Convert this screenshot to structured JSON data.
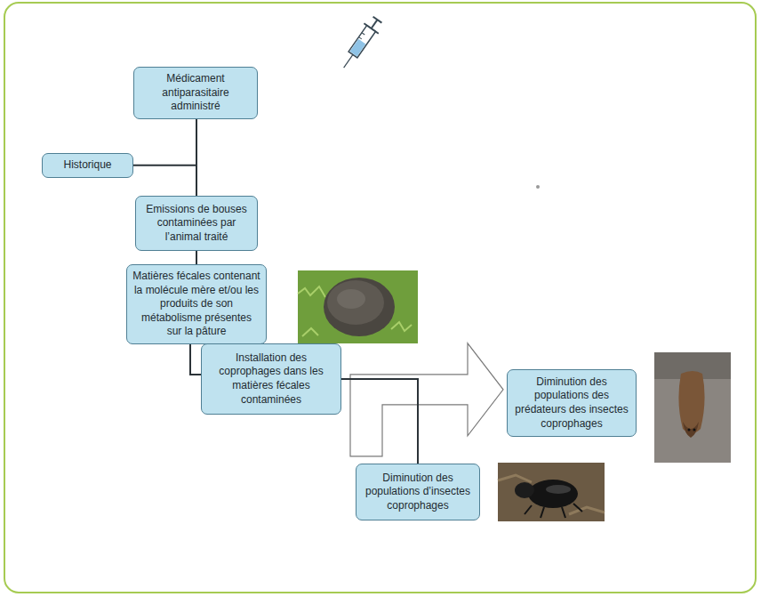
{
  "diagram": {
    "nodes": [
      {
        "text": [
          "Médicament antiparasitaire administré"
        ]
      },
      {
        "text": [
          "Historique"
        ]
      },
      {
        "text": [
          "Emissions de bouses contaminées par l’animal traité"
        ]
      },
      {
        "text": [
          "Matières fécales contenant la molécule mère et/ou les produits de son métabolisme présentes sur la pâture"
        ]
      },
      {
        "text": [
          "Installation des coprophages dans les matières fécales contaminées"
        ]
      },
      {
        "text": [
          "Diminution des populations des prédateurs des insectes coprophages"
        ]
      },
      {
        "text": [
          "Diminution des populations d’insectes coprophages"
        ]
      }
    ],
    "edges": [
      {
        "from": 0,
        "to": 2,
        "arrow": "none"
      },
      {
        "from": 1,
        "to": 2,
        "arrow": "none"
      },
      {
        "from": 2,
        "to": 3,
        "arrow": "none"
      },
      {
        "from": 3,
        "to": 4,
        "arrow": "none"
      },
      {
        "from": 4,
        "to": 5,
        "arrow": "to"
      },
      {
        "from": 4,
        "to": 6,
        "arrow": "none"
      }
    ]
  }
}
